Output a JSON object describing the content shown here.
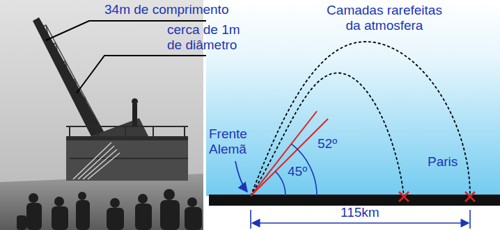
{
  "diagram": {
    "labels": [
      "34m de comprimento",
      "cerca de 1m de diâmetro",
      "Camadas rarefeitas da atmosfera",
      "Frente Alemã",
      "52º",
      "45º",
      "Paris",
      "115km"
    ]
  }
}
